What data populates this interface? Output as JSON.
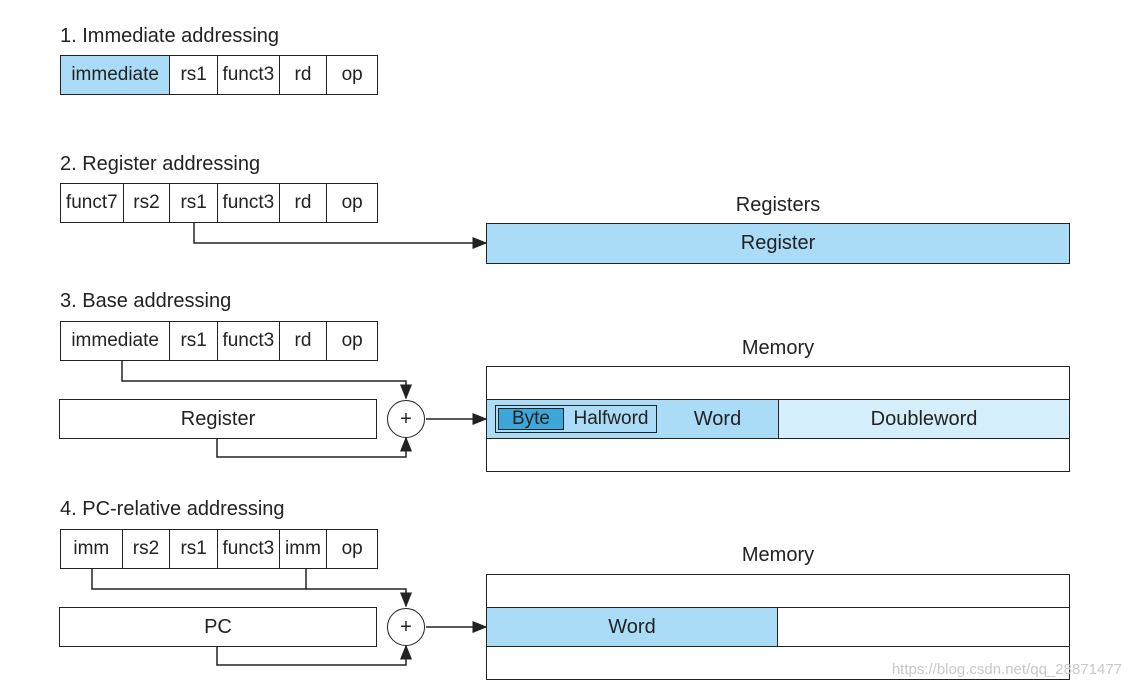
{
  "colors": {
    "blue": "#aadcf7",
    "light_blue": "#d4eefb",
    "dark_blue": "#3da7d9",
    "line": "#222222"
  },
  "immediate": {
    "title": "1.  Immediate addressing",
    "fields": [
      "immediate",
      "rs1",
      "funct3",
      "rd",
      "op"
    ]
  },
  "register": {
    "title": "2. Register addressing",
    "fields": [
      "funct7",
      "rs2",
      "rs1",
      "funct3",
      "rd",
      "op"
    ],
    "registers_label": "Registers",
    "register_box": "Register"
  },
  "base": {
    "title": "3.  Base addressing",
    "fields": [
      "immediate",
      "rs1",
      "funct3",
      "rd",
      "op"
    ],
    "register_box": "Register",
    "adder": "+",
    "memory_label": "Memory",
    "memory_cells": [
      "Byte",
      "Halfword",
      "Word",
      "Doubleword"
    ]
  },
  "pc_relative": {
    "title": "4.  PC-relative addressing",
    "fields": [
      "imm",
      "rs2",
      "rs1",
      "funct3",
      "imm",
      "op"
    ],
    "pc_box": "PC",
    "adder": "+",
    "memory_label": "Memory",
    "memory_cell": "Word"
  },
  "watermark": "https://blog.csdn.net/qq_28871477"
}
